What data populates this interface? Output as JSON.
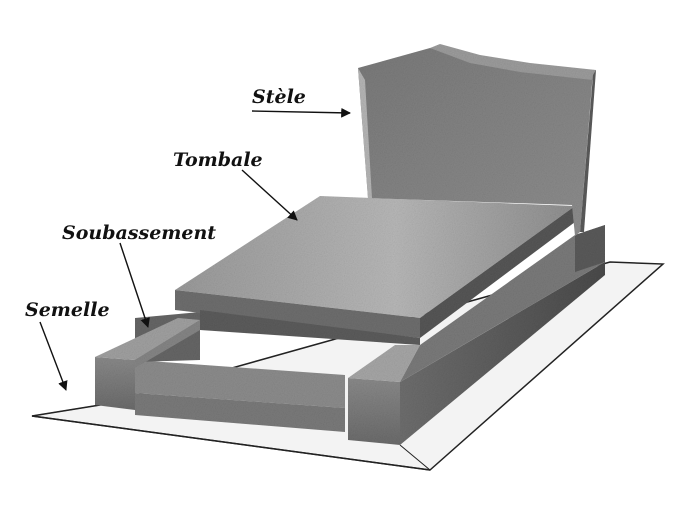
{
  "labels": {
    "stele": "Stèle",
    "tombale": "Tombale",
    "soubassement": "Soubassement",
    "semelle": "Semelle"
  },
  "colors": {
    "ink": "#111111",
    "granite_light": "#a8a8a8",
    "granite_mid": "#7d7d7d",
    "granite_dark": "#4f4f4f",
    "semelle": "#f2f2f2"
  }
}
